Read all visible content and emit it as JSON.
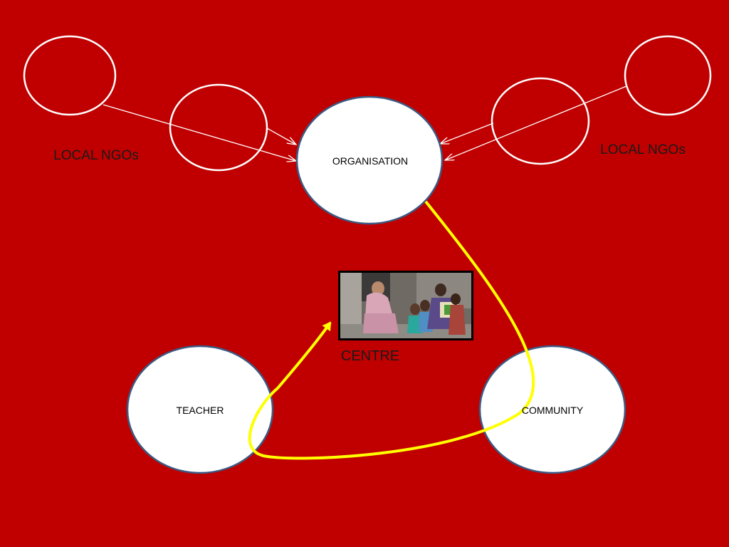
{
  "diagram": {
    "nodes": {
      "organisation": {
        "label": "ORGANISATION"
      },
      "teacher": {
        "label": "TEACHER"
      },
      "community": {
        "label": "COMMUNITY"
      }
    },
    "local_ngos_left": {
      "label": "LOCAL NGOs"
    },
    "local_ngos_right": {
      "label": "LOCAL NGOs"
    },
    "centre": {
      "label": "CENTRE",
      "photo_description": "photo-of-teacher-with-children"
    }
  },
  "colors": {
    "background": "#c00000",
    "node_fill": "#ffffff",
    "node_stroke": "#3b5a82",
    "ngo_stroke": "#ffffff",
    "arrow_white": "#ffffff",
    "arrow_yellow": "#ffff00"
  }
}
